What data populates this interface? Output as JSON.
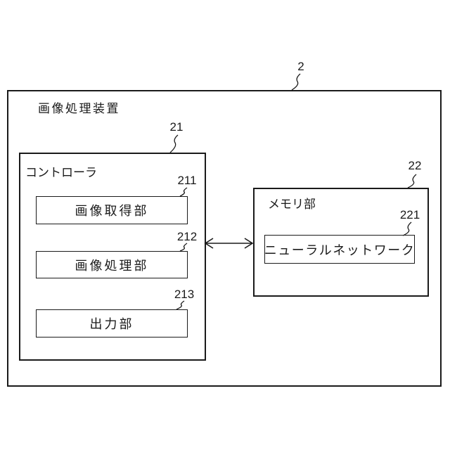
{
  "figure": {
    "device": {
      "ref": "2",
      "title": "画像処理装置"
    },
    "controller": {
      "ref": "21",
      "title": "コントローラ",
      "blocks": [
        {
          "ref": "211",
          "name": "画像取得部"
        },
        {
          "ref": "212",
          "name": "画像処理部"
        },
        {
          "ref": "213",
          "name": "出力部"
        }
      ]
    },
    "memory": {
      "ref": "22",
      "title": "メモリ部",
      "blocks": [
        {
          "ref": "221",
          "name": "ニューラルネットワーク"
        }
      ]
    },
    "connection": {
      "type": "bidirectional-arrow",
      "from": "コントローラ",
      "to": "メモリ部"
    },
    "colors": {
      "line": "#1a1a1a",
      "background": "#ffffff",
      "text": "#1a1a1a"
    }
  }
}
